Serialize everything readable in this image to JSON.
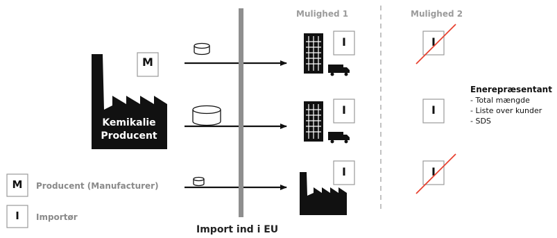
{
  "columns": {
    "option1": "Mulighed 1",
    "option2": "Mulighed 2"
  },
  "producer_label": {
    "line1": "Kemikalie",
    "line2": "Producent"
  },
  "badges": {
    "manufacturer": "M",
    "importer": "I"
  },
  "legend": {
    "manufacturer_label": "Producent (Manufacturer)",
    "importer_label": "Importør"
  },
  "border_label": "Import ind i EU",
  "representative": {
    "title": "Enerepræsentant",
    "items": [
      "- Total mængde",
      "- Liste over kunder",
      "- SDS"
    ]
  },
  "colors": {
    "border_bar": "#8f8f8f",
    "cross": "#e8412f",
    "heading_grey": "#9b9b9b"
  }
}
